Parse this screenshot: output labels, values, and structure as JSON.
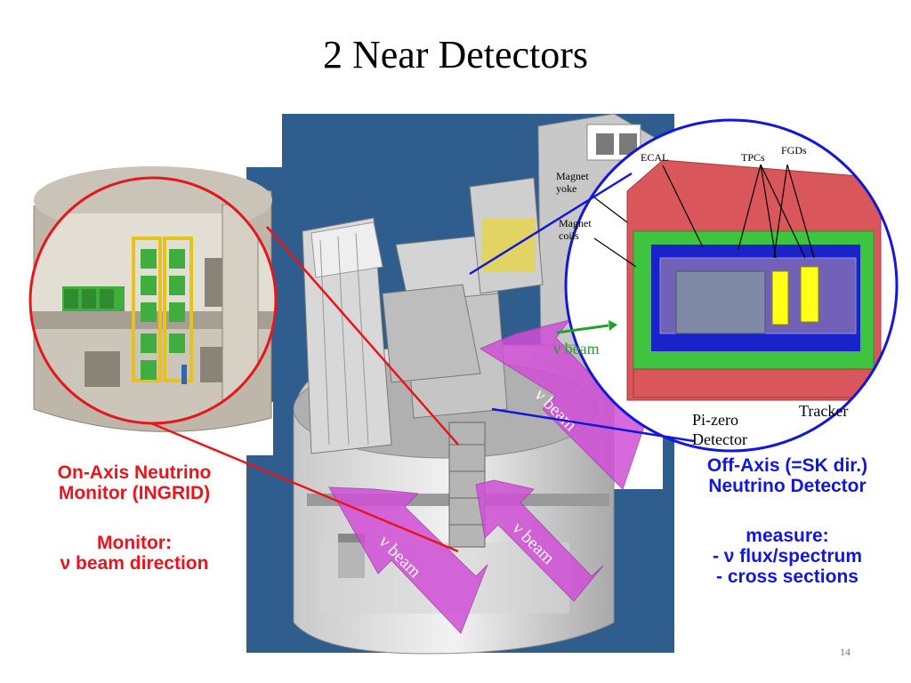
{
  "slide": {
    "title": "2 Near Detectors",
    "page_number": "14"
  },
  "left": {
    "heading_line1": "On-Axis Neutrino",
    "heading_line2": "Monitor (INGRID)",
    "purpose_line1": "Monitor:",
    "purpose_line2": "ν beam direction"
  },
  "right": {
    "heading_line1": "Off-Axis (=SK dir.)",
    "heading_line2": "Neutrino Detector",
    "measure_title": "measure:",
    "measure_items": [
      "- ν flux/spectrum",
      "- cross sections"
    ]
  },
  "detector_labels": {
    "ecal": "ECAL",
    "tpcs": "TPCs",
    "fgds": "FGDs",
    "magnet_yoke_1": "Magnet",
    "magnet_yoke_2": "yoke",
    "magnet_coils_1": "Magnet",
    "magnet_coils_2": "coils",
    "beam": "ν beam",
    "pi_zero_1": "Pi-zero",
    "pi_zero_2": "Detector",
    "tracker": "Tracker"
  },
  "beam_arrows": [
    "ν beam",
    "ν beam",
    "ν beam"
  ],
  "colors": {
    "callout_red": "#e8161c",
    "callout_blue": "#1217d9",
    "scene_background": "#2e5d8e",
    "beam_arrow": "#d04fd6",
    "magnet_red": "#d9575a",
    "ecal_green": "#3fc43f",
    "fgd_yellow": "#ffff1a"
  }
}
